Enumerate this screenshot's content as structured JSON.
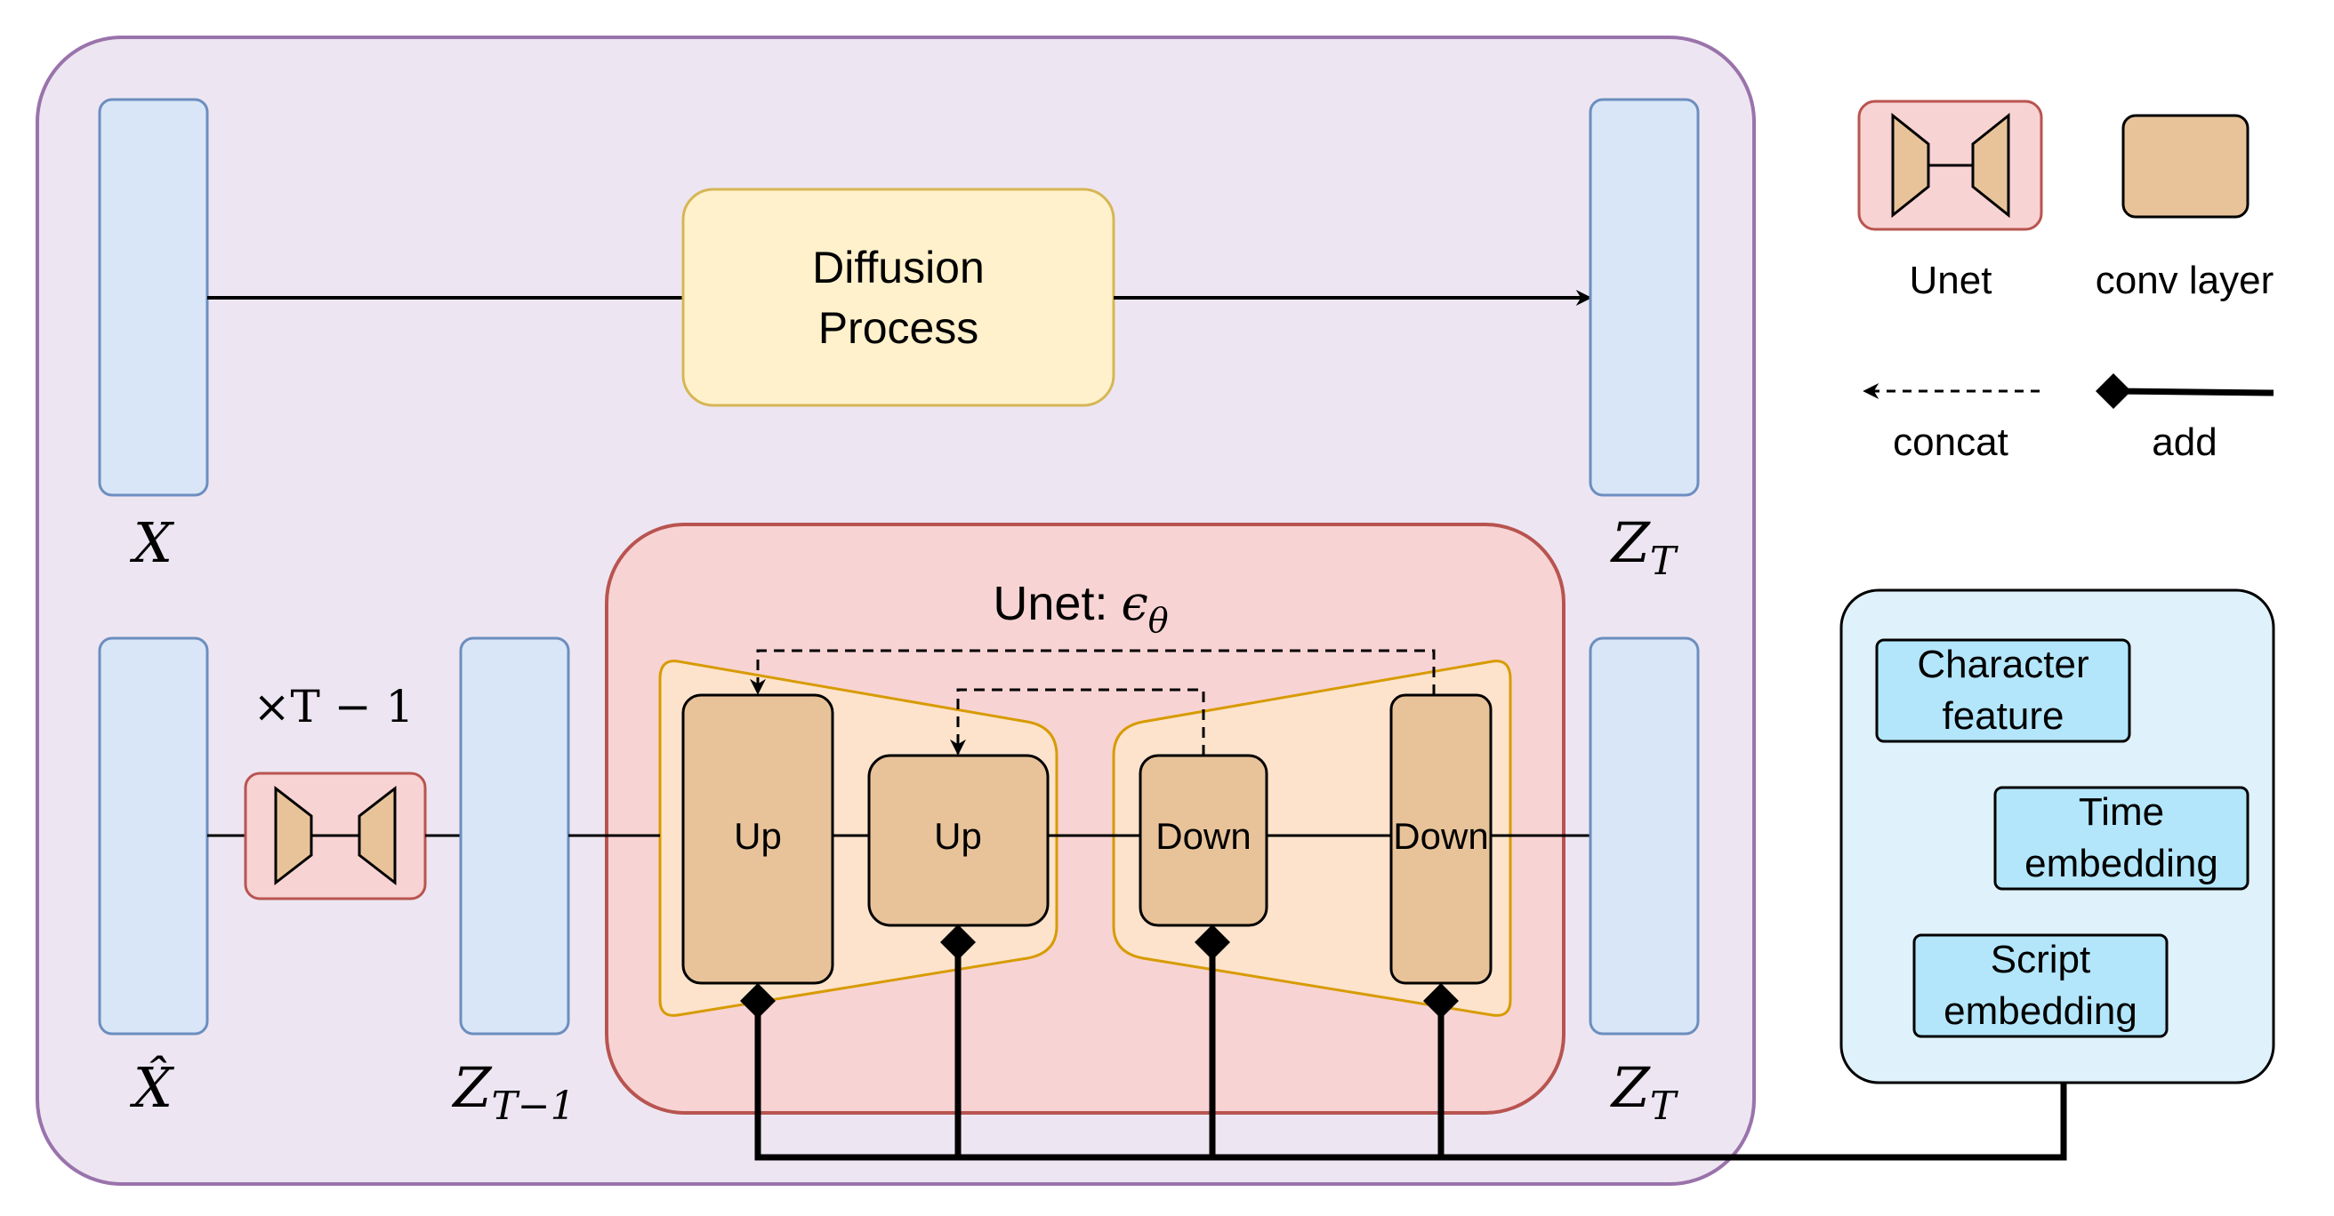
{
  "diagram": {
    "top_row": {
      "input_label": "X",
      "process_line1": "Diffusion",
      "process_line2": "Process",
      "output_label": "Z",
      "output_sub": "T"
    },
    "bottom_row": {
      "input_label": "X̂",
      "repeat_label": "×T − 1",
      "mid_label": "Z",
      "mid_sub": "T−1",
      "output_label": "Z",
      "output_sub": "T"
    },
    "unet": {
      "title": "Unet: ",
      "title_symbol": "ϵ",
      "title_sub": "θ",
      "blocks": [
        "Up",
        "Up",
        "Down",
        "Down"
      ]
    },
    "legend": {
      "unet_label": "Unet",
      "conv_label": "conv layer",
      "concat_label": "concat",
      "add_label": "add"
    },
    "conditions": {
      "items": [
        "Character\nfeature",
        "Time\nembedding",
        "Script\nembedding"
      ]
    },
    "colors": {
      "outer_fill": "#ede6f2",
      "outer_stroke": "#9a73ab",
      "latent_fill": "#d9e6f7",
      "latent_stroke": "#6c8ebf",
      "process_fill": "#fff1cc",
      "process_stroke": "#d6b656",
      "unet_fill": "#f8d3d3",
      "unet_stroke": "#b85450",
      "conv_fill": "#e8c39a",
      "trap_fill": "#fde3cc",
      "trap_stroke": "#d79b00",
      "cond_panel_fill": "#dff1fa",
      "cond_item_fill": "#b3e6fb"
    }
  }
}
